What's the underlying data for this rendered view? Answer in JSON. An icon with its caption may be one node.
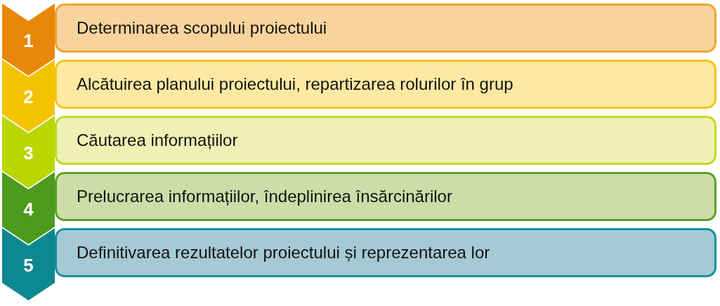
{
  "diagram": {
    "nodes": [
      {
        "text": [
          "1"
        ]
      },
      {
        "text": [
          "Determinarea scopului proiectului"
        ]
      },
      {
        "text": [
          "2"
        ]
      },
      {
        "text": [
          "Alcătuirea planului proiectului, repartizarea rolurilor în grup"
        ]
      },
      {
        "text": [
          "3"
        ]
      },
      {
        "text": [
          "Căutarea informațiilor"
        ]
      },
      {
        "text": [
          "4"
        ]
      },
      {
        "text": [
          "Prelucrarea informațiilor, îndeplinirea însărcinărilor"
        ]
      },
      {
        "text": [
          "5"
        ]
      },
      {
        "text": [
          "Definitivarea rezultatelor proiectului și reprezentarea lor"
        ]
      }
    ]
  }
}
